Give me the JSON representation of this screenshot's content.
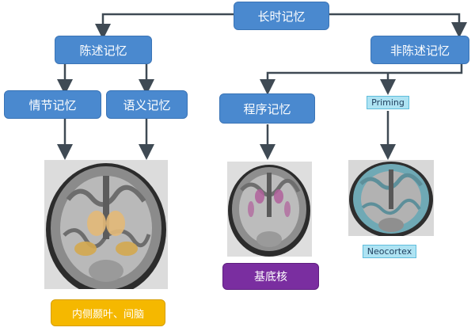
{
  "nodes": {
    "root": "长时记忆",
    "declarative": "陈述记忆",
    "nondeclarative": "非陈述记忆",
    "episodic": "情节记忆",
    "semantic": "语义记忆",
    "procedural": "程序记忆",
    "priming": "Priming"
  },
  "regions": {
    "declarative_region": "内侧颞叶、间脑",
    "procedural_region": "基底核",
    "priming_region": "Neocortex"
  },
  "colors": {
    "node_blue": "#4a89cf",
    "line_dark": "#3f4a54",
    "priming_cyan": "#aee3f3",
    "basal_purple": "#7a2ea0",
    "mtl_yellow": "#f5b800"
  }
}
